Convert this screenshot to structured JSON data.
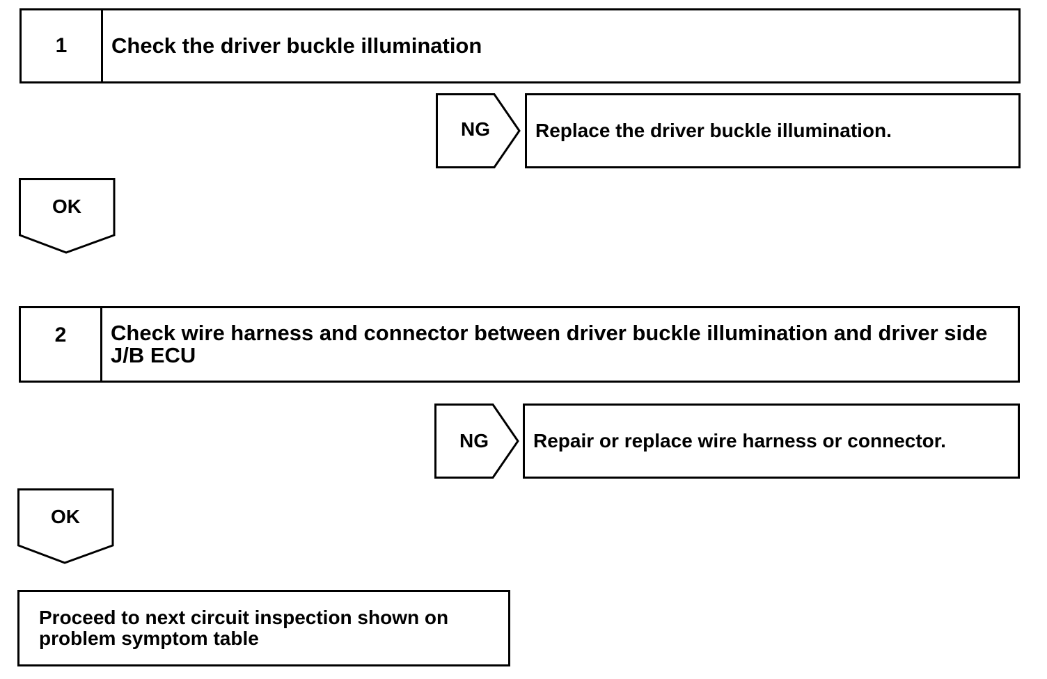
{
  "steps": [
    {
      "number": "1",
      "title": "Check the driver buckle illumination",
      "ng_label": "NG",
      "ng_action": "Replace the driver buckle illumination.",
      "ok_label": "OK"
    },
    {
      "number": "2",
      "title": "Check wire harness and connector between driver buckle illumination and driver side J/B ECU",
      "ng_label": "NG",
      "ng_action": "Repair or replace wire harness or connector.",
      "ok_label": "OK"
    }
  ],
  "final": "Proceed to next circuit inspection shown on problem symptom table"
}
